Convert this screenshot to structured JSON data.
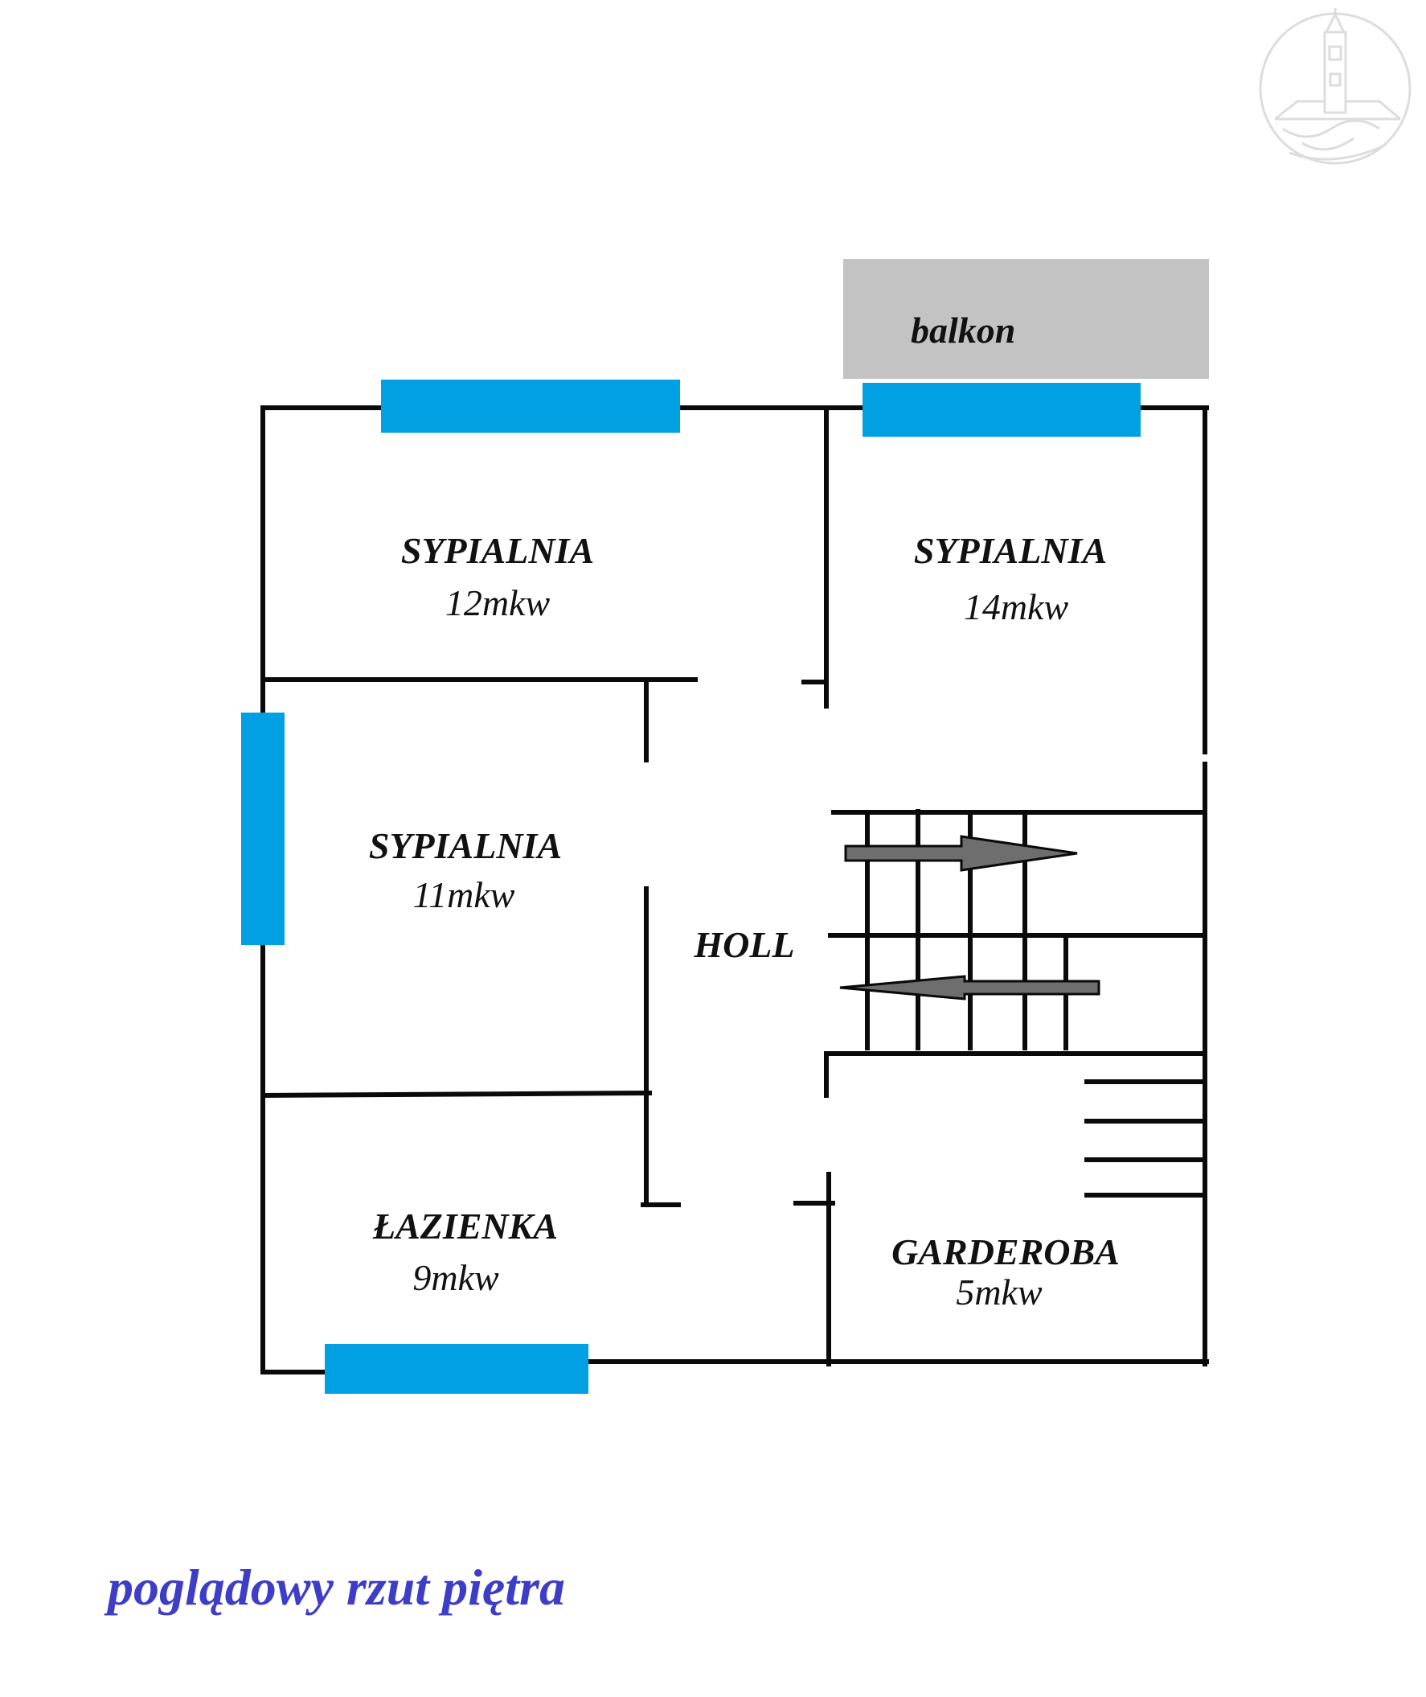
{
  "plan": {
    "balcony_label": "balkon",
    "rooms": [
      {
        "name": "SYPIALNIA",
        "area": "12mkw"
      },
      {
        "name": "SYPIALNIA",
        "area": "14mkw"
      },
      {
        "name": "SYPIALNIA",
        "area": "11mkw"
      },
      {
        "name": "HOLL"
      },
      {
        "name": "ŁAZIENKA",
        "area": "9mkw"
      },
      {
        "name": "GARDEROBA",
        "area": "5mkw"
      }
    ],
    "caption": "poglądowy rzut piętra"
  },
  "colors": {
    "wall": "#0a0a0a",
    "window": "#00a0e3",
    "balcony": "#c3c3c3",
    "arrow": "#6e6e6e",
    "caption": "#3d3dc8",
    "logo": "#dddddd"
  },
  "icons": [
    "church-tower-logo-icon",
    "stair-arrow-up-icon",
    "stair-arrow-down-icon"
  ]
}
